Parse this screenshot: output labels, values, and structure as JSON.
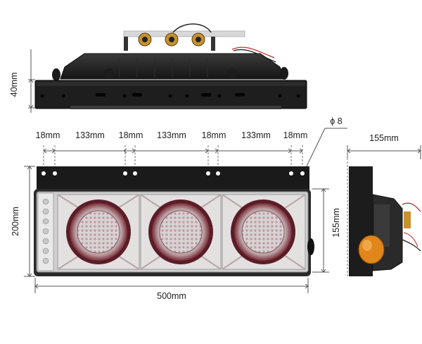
{
  "dimensions": {
    "top_height": "40mm",
    "gap1": "18mm",
    "section1": "133mm",
    "gap2": "18mm",
    "section2": "133mm",
    "gap3": "18mm",
    "section3": "133mm",
    "gap4": "18mm",
    "hole": "ϕ 8",
    "side_width": "155mm",
    "front_height": "200mm",
    "lens_height": "155mm",
    "total_width": "500mm"
  },
  "colors": {
    "housing": "#1e1e1e",
    "lens_ring": "#6a2430",
    "amber": "#e0861a",
    "dimension_line": "#555555"
  }
}
